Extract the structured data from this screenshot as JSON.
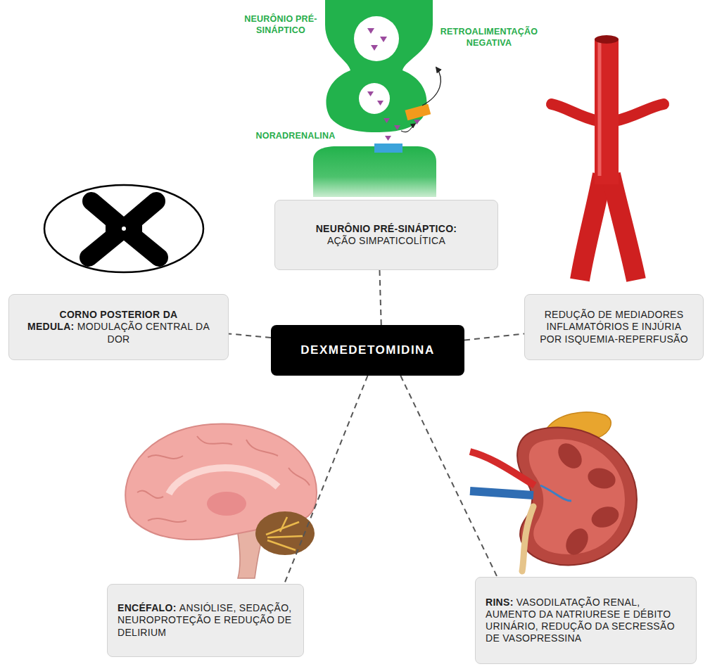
{
  "diagram": {
    "nodes": [
      {
        "text": [
          "NEURÔNIO PRÉ-SINÁPTICO:",
          "AÇÃO SIMPATICOLÍTICA"
        ]
      },
      {
        "text": [
          "CORNO POSTERIOR DA MEDULA:",
          "MODULAÇÃO CENTRAL DA DOR"
        ]
      },
      {
        "text": [
          "REDUÇÃO DE MEDIADORES INFLAMATÓRIOS E INJÚRIA POR ISQUEMIA-REPERFUSÃO"
        ]
      },
      {
        "text": [
          "DEXMEDETOMIDINA"
        ]
      },
      {
        "text": [
          "ENCÉFALO:",
          "ANSIÓLISE, SEDAÇÃO, NEUROPROTEÇÃO E REDUÇÃO DE DELIRIUM"
        ]
      },
      {
        "text": [
          "RINS:",
          "VASODILATAÇÃO RENAL, AUMENTO DA NATRIURESE E DÉBITO URINÁRIO, REDUÇÃO DA SECRESSÃO DE VASOPRESSINA"
        ]
      }
    ],
    "edges": [
      {
        "from": 3,
        "to": 0,
        "arrow": "none"
      },
      {
        "from": 3,
        "to": 1,
        "arrow": "none"
      },
      {
        "from": 3,
        "to": 2,
        "arrow": "none"
      },
      {
        "from": 3,
        "to": 4,
        "arrow": "none"
      },
      {
        "from": 3,
        "to": 5,
        "arrow": "none"
      }
    ],
    "labels": [
      "NEURÔNIO PRÉ-SINÁPTICO",
      "RETROALIMENTAÇÃO NEGATIVA",
      "NORADRENALINA"
    ]
  }
}
